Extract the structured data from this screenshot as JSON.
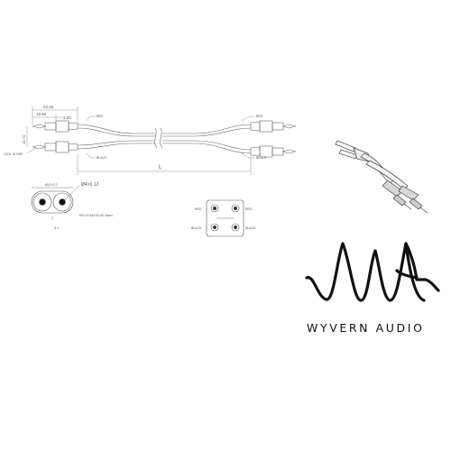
{
  "drawing": {
    "dim_overall": "22.40",
    "dim_body": "15.60",
    "dim_tip": "3.00",
    "dim_pitch": "19.70",
    "dim_length": "L",
    "label_red": "RED",
    "label_black": "BLACK",
    "label_plug": "LOCK 25.0099",
    "cross_section_width": "Ø10×3.2",
    "cross_section_conductor": "Ø4×0.12",
    "cross_section_note": "HF147/18XX4-Ø7.6mm",
    "cross_section_id": "4.1"
  },
  "brand": {
    "name": "WYVERN AUDIO",
    "color": "#111111"
  }
}
